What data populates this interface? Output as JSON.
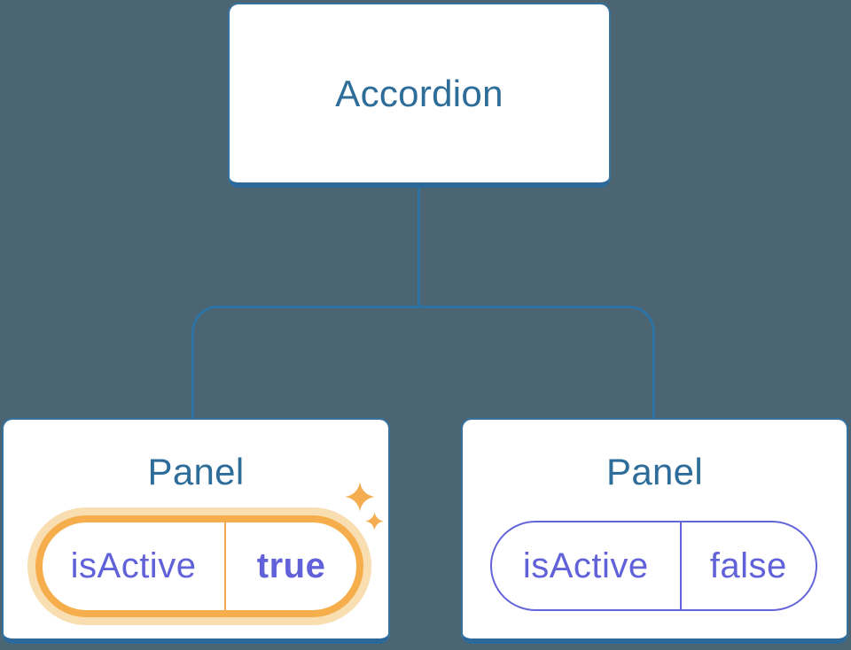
{
  "diagram": {
    "description": "Component tree diagram: Accordion parent with two Panel children holding isActive state pills",
    "root": {
      "label": "Accordion"
    },
    "panels": [
      {
        "label": "Panel",
        "state": {
          "key": "isActive",
          "value": "true"
        },
        "active": true,
        "icon": "sparkle-icon"
      },
      {
        "label": "Panel",
        "state": {
          "key": "isActive",
          "value": "false"
        },
        "active": false
      }
    ],
    "colors": {
      "background": "#4c6572",
      "node_fill": "#ffffff",
      "node_border": "#35739e",
      "node_border_bottom": "#2d689a",
      "node_label": "#2e6d99",
      "connector": "#2d73a3",
      "state_text": "#6161d9",
      "state_border": "#6565db",
      "active_ring": "#f6ae4d",
      "active_halo": "#f9deb1",
      "active_divider": "#f3a94f",
      "sparkle": "#f5ad52"
    }
  }
}
